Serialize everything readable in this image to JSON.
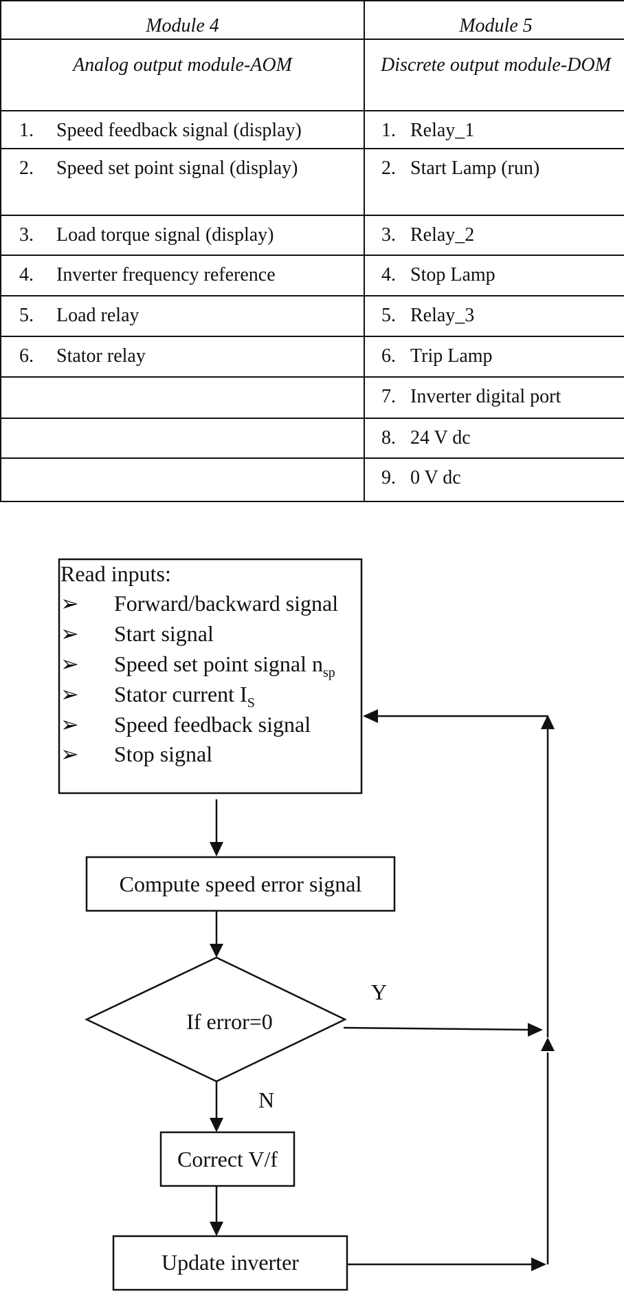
{
  "table": {
    "headers": [
      "Module 4",
      "Module 5"
    ],
    "subheaders": [
      "Analog output module-AOM",
      "Discrete output module-DOM"
    ],
    "rows": [
      {
        "n1": "1.",
        "t1": "Speed feedback signal (display)",
        "n2": "1.",
        "t2": "Relay_1"
      },
      {
        "n1": "2.",
        "t1": "Speed set point signal (display)",
        "n2": "2.",
        "t2": "Start Lamp (run)"
      },
      {
        "n1": "3.",
        "t1": "Load torque signal (display)",
        "n2": "3.",
        "t2": "Relay_2"
      },
      {
        "n1": "4.",
        "t1": "Inverter frequency reference",
        "n2": "4.",
        "t2": "Stop Lamp"
      },
      {
        "n1": "5.",
        "t1": "Load relay",
        "n2": "5.",
        "t2": "Relay_3"
      },
      {
        "n1": "6.",
        "t1": "Stator relay",
        "n2": "6.",
        "t2": "Trip Lamp"
      },
      {
        "n1": "",
        "t1": "",
        "n2": "7.",
        "t2": "Inverter digital port"
      },
      {
        "n1": "",
        "t1": "",
        "n2": "8.",
        "t2": "24 V dc"
      },
      {
        "n1": "",
        "t1": "",
        "n2": "9.",
        "t2": "0 V dc"
      }
    ]
  },
  "flowchart": {
    "read_title": "Read inputs:",
    "bullet_glyph": "➢",
    "inputs": [
      {
        "text": "Forward/backward signal",
        "sub": ""
      },
      {
        "text": "Start signal",
        "sub": ""
      },
      {
        "text": "Speed set point signal n",
        "sub": "sp"
      },
      {
        "text": "Stator current I",
        "sub": "S"
      },
      {
        "text": "Speed feedback signal",
        "sub": ""
      },
      {
        "text": "Stop signal",
        "sub": ""
      }
    ],
    "compute": "Compute speed error signal",
    "decision": "If error=0",
    "yes_label": "Y",
    "no_label": "N",
    "correct": "Correct V/f",
    "update": "Update inverter"
  }
}
